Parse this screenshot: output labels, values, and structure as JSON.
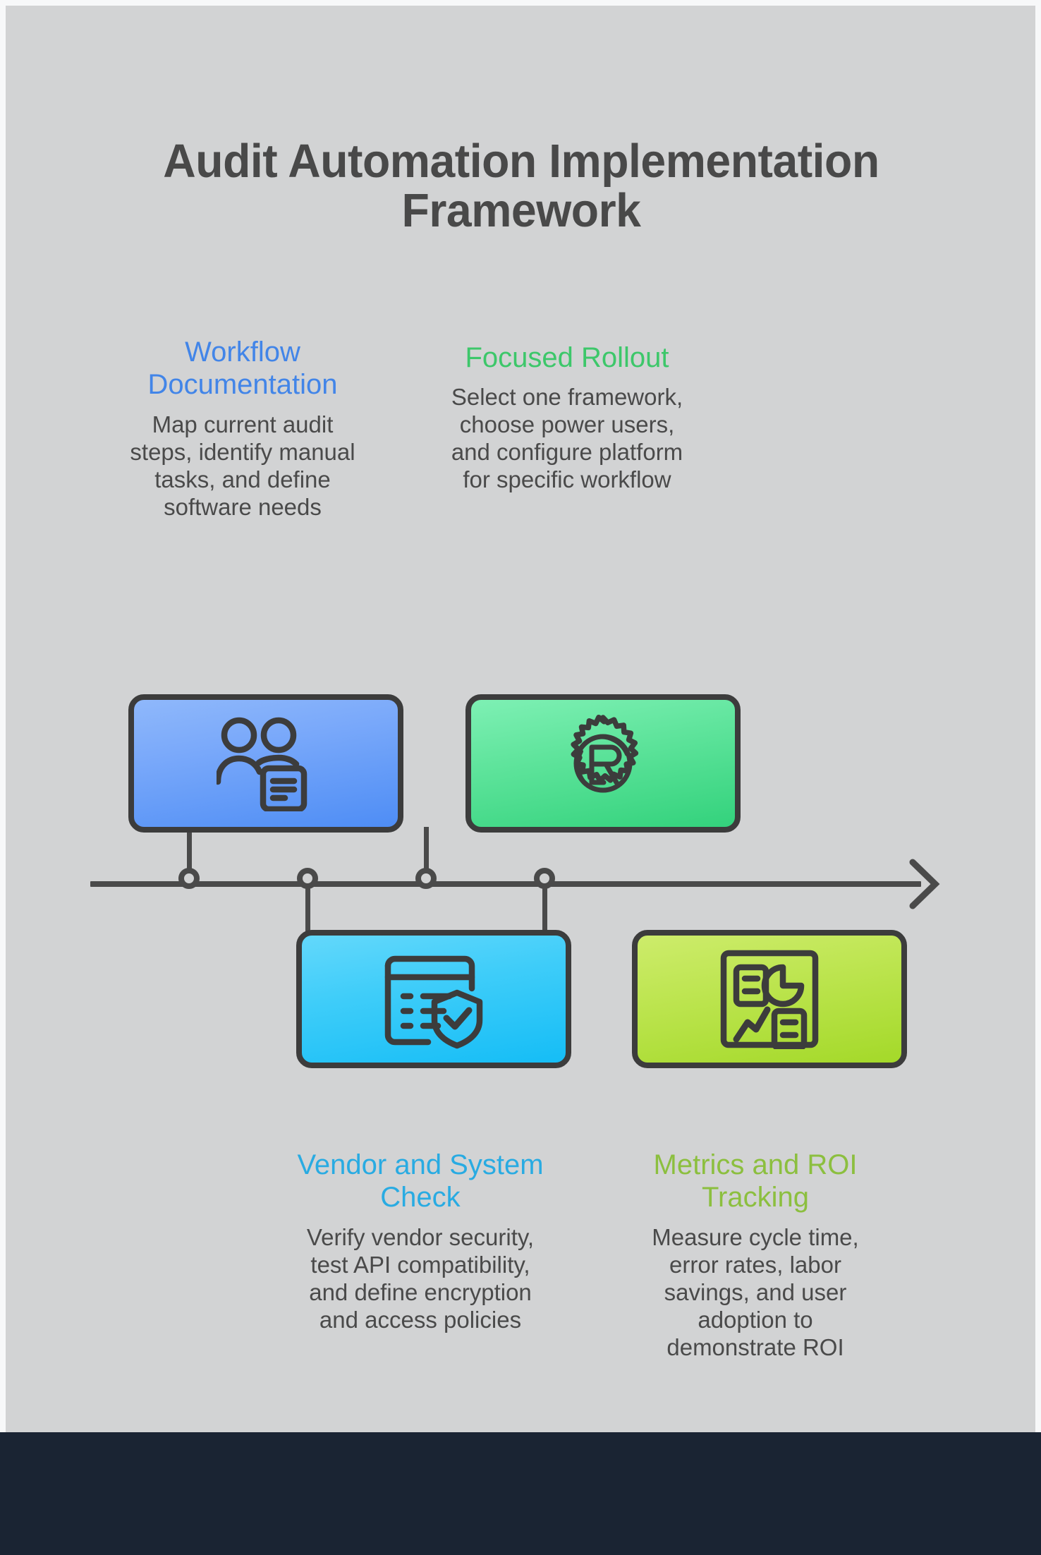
{
  "page": {
    "title": "Audit Automation Implementation Framework",
    "background_color": "#d2d3d4",
    "outer_color": "#f7f8f9",
    "footer_color": "#1a2433",
    "title_color": "#494949",
    "body_text_color": "#4a4a4a",
    "timeline_color": "#4a4a4a"
  },
  "steps": [
    {
      "position": "top-left",
      "heading": "Workflow Documentation",
      "body": "Map current audit steps, identify manual tasks, and define software needs",
      "accent_color": "#4285e8",
      "icon": "people-document-icon",
      "card_gradient": [
        "#8fb8fb",
        "#4e8df5"
      ]
    },
    {
      "position": "top-right",
      "heading": "Focused Rollout",
      "body": "Select one framework, choose power users, and configure platform for specific workflow",
      "accent_color": "#3dc76a",
      "icon": "gear-rust-logo-icon",
      "card_gradient": [
        "#7ef0b4",
        "#33d27c"
      ]
    },
    {
      "position": "bottom-left",
      "heading": "Vendor and System Check",
      "body": "Verify vendor security, test API compatibility, and define encryption and access policies",
      "accent_color": "#29abe2",
      "icon": "document-shield-check-icon",
      "card_gradient": [
        "#63d8fb",
        "#15bdf6"
      ]
    },
    {
      "position": "bottom-right",
      "heading": "Metrics and ROI Tracking",
      "body": "Measure cycle time, error rates, labor savings, and user adoption to demonstrate ROI",
      "accent_color": "#8cbf3f",
      "icon": "dashboard-analytics-icon",
      "card_gradient": [
        "#cdec6b",
        "#a4d929"
      ]
    }
  ],
  "timeline": {
    "node_count": 4,
    "direction": "left-to-right",
    "arrow_icon": "chevron-right-arrow-icon"
  }
}
